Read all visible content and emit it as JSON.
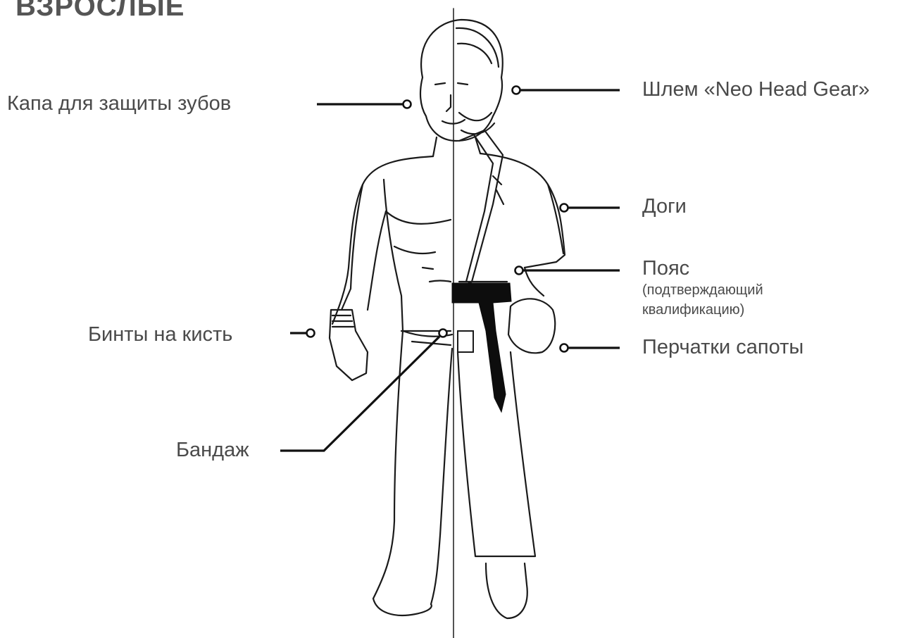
{
  "title": "ВЗРОСЛЫЕ",
  "labels": {
    "mouthguard": "Капа для защиты зубов",
    "helmet": "Шлем «Neo Head Gear»",
    "dogi": "Доги",
    "belt": "Пояс",
    "belt_note_1": "(подтверждающий",
    "belt_note_2": "квалификацию)",
    "wraps": "Бинты на кисть",
    "gloves": "Перчатки сапоты",
    "bandage": "Бандаж"
  },
  "colors": {
    "text": "#4a4a4a",
    "lines": "#111111",
    "figure": "#1a1a1a",
    "belt": "#0d0d0d"
  },
  "figure": "karate-fighter-outline"
}
